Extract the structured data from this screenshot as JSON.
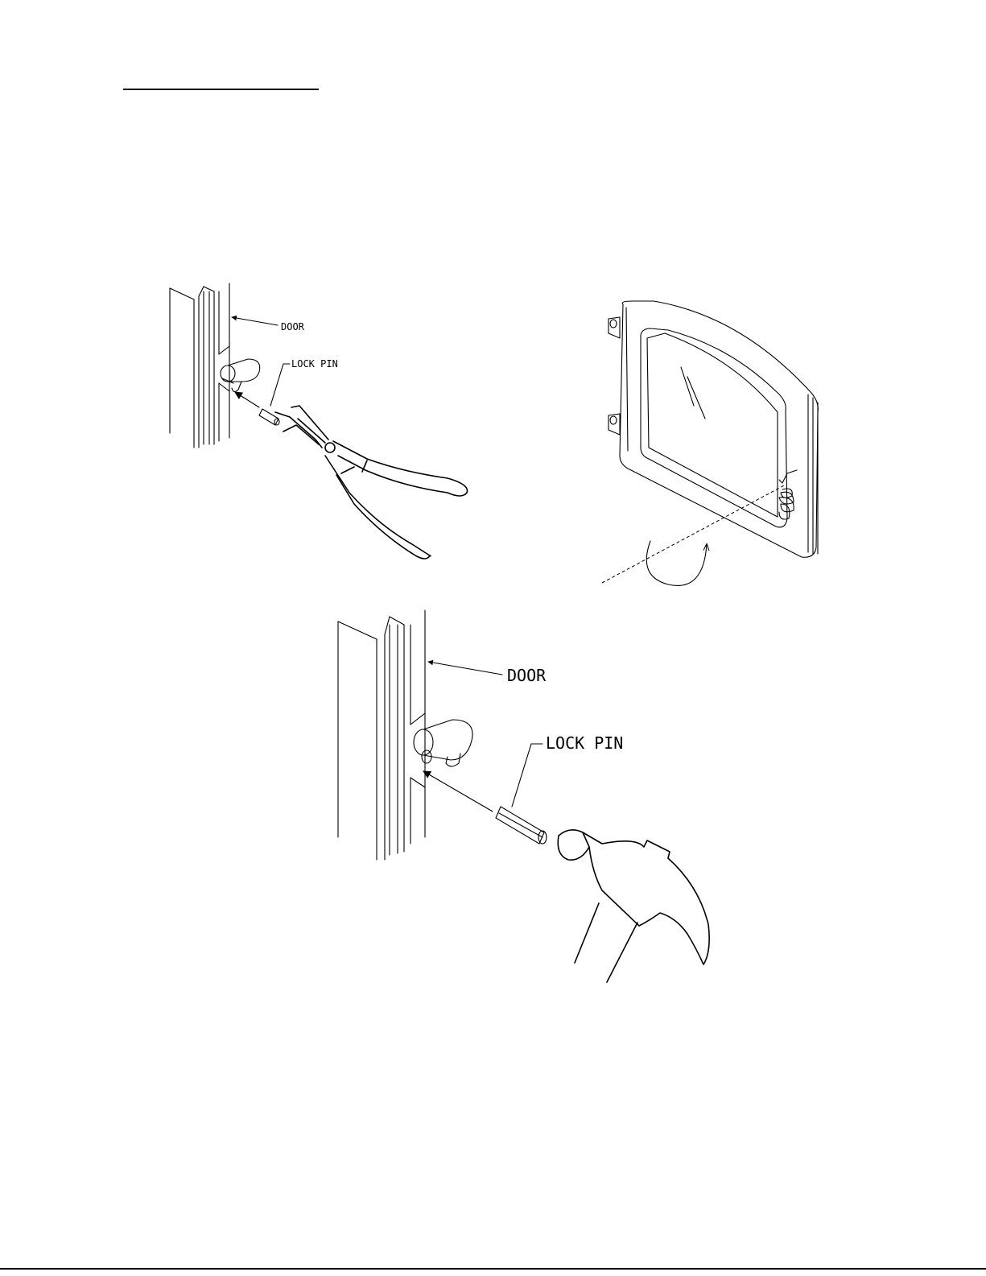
{
  "figure_top_left": {
    "door_label": "DOOR",
    "lock_pin_label": "LOCK PIN"
  },
  "figure_bottom": {
    "door_label": "DOOR",
    "lock_pin_label": "LOCK PIN"
  },
  "icons": {
    "pliers": "pliers-icon",
    "hammer": "hammer-icon",
    "door_frame": "door-frame",
    "glass_door": "glass-door-icon",
    "rotate_arrow": "rotate-arrow-icon"
  }
}
